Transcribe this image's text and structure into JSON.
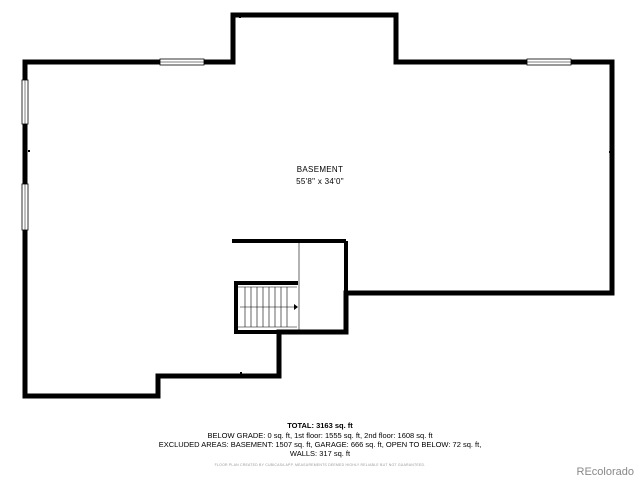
{
  "room": {
    "name": "BASEMENT",
    "dimensions": "55'8\" x 34'0\""
  },
  "footer": {
    "total": "TOTAL: 3163 sq. ft",
    "below_grade": "BELOW GRADE: 0 sq. ft, 1st floor: 1555 sq. ft, 2nd floor: 1608 sq. ft",
    "excluded": "EXCLUDED AREAS: BASEMENT: 1507 sq. ft, GARAGE: 666 sq. ft, OPEN TO BELOW: 72 sq. ft,",
    "walls": "WALLS: 317 sq. ft",
    "disclaimer": "FLOOR PLAN CREATED BY CUBICASA APP. MEASUREMENTS DEEMED HIGHLY RELIABLE BUT NOT GUARANTEED."
  },
  "brand": "REcolorado",
  "colors": {
    "wall": "#000000",
    "text_muted": "#888888"
  }
}
